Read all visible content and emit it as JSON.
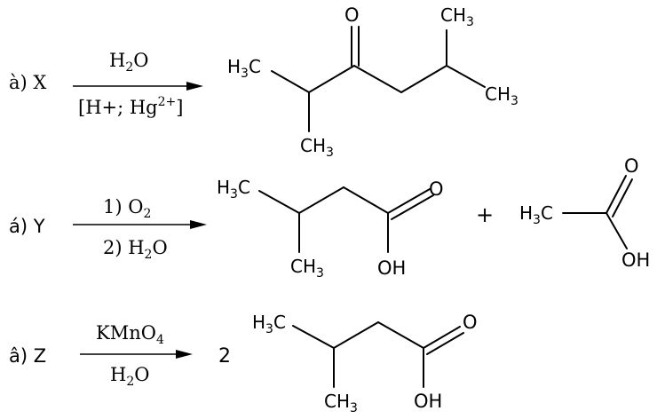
{
  "reactions": [
    {
      "label": "à) X",
      "reagent_top": "H2O",
      "reagent_bottom": "[H+; Hg2+]",
      "product": {
        "atoms": [
          "O",
          "CH3",
          "H3C",
          "CH3",
          "CH3"
        ]
      }
    },
    {
      "label": "á) Y",
      "reagent_top": "1) O2",
      "reagent_bottom": "2) H2O",
      "product1": {
        "atoms": [
          "H3C",
          "O",
          "CH3",
          "OH"
        ]
      },
      "plus": "+",
      "product2": {
        "atoms": [
          "O",
          "H3C",
          "OH"
        ]
      }
    },
    {
      "label": "â) Z",
      "reagent_top": "KMnO4",
      "reagent_bottom": "H2O",
      "coefficient": "2",
      "product": {
        "atoms": [
          "H3C",
          "O",
          "CH3",
          "OH"
        ]
      }
    }
  ]
}
